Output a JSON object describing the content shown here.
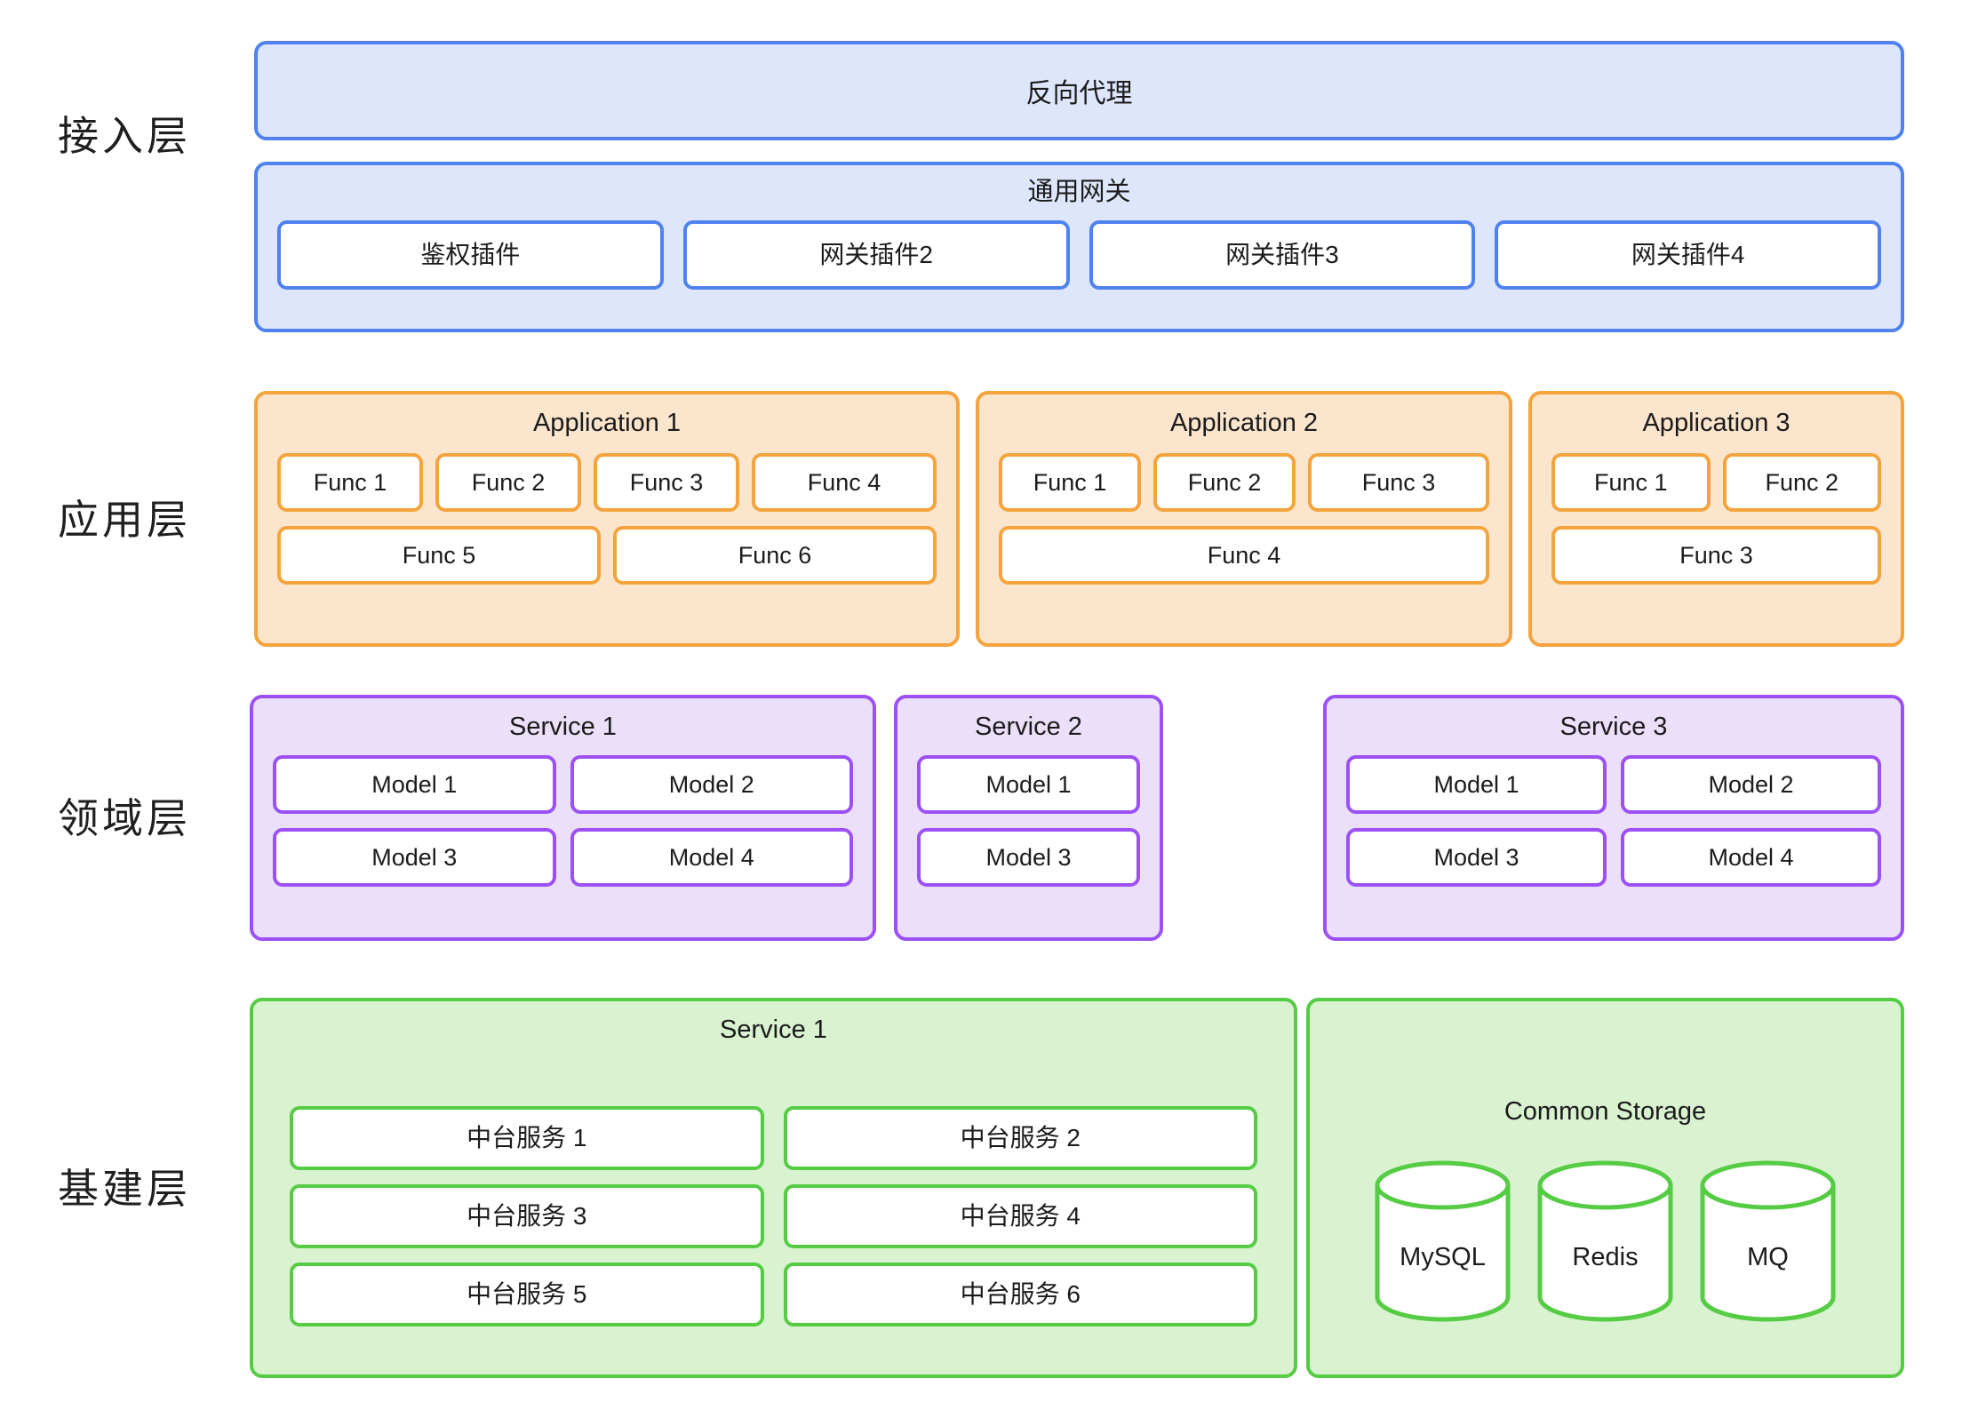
{
  "layers": [
    {
      "key": "access",
      "label": "接入层"
    },
    {
      "key": "app",
      "label": "应用层"
    },
    {
      "key": "domain",
      "label": "领域层"
    },
    {
      "key": "infra",
      "label": "基建层"
    }
  ],
  "access_layer": {
    "label": "接入层",
    "reverse_proxy": "反向代理",
    "gateway": {
      "title": "通用网关",
      "plugins": [
        "鉴权插件",
        "网关插件2",
        "网关插件3",
        "网关插件4"
      ]
    },
    "colors": {
      "fill": "#dde6fb",
      "border": "#4f82ee"
    }
  },
  "application_layer": {
    "label": "应用层",
    "applications": [
      {
        "title": "Application 1",
        "rows": [
          [
            "Func 1",
            "Func 2",
            "Func 3",
            "Func 4"
          ],
          [
            "Func 5",
            "Func 6"
          ]
        ]
      },
      {
        "title": "Application 2",
        "rows": [
          [
            "Func 1",
            "Func 2",
            "Func 3"
          ],
          [
            "Func 4"
          ]
        ]
      },
      {
        "title": "Application 3",
        "rows": [
          [
            "Func 1",
            "Func 2"
          ],
          [
            "Func 3"
          ]
        ]
      }
    ],
    "colors": {
      "fill": "#fce5cd",
      "border": "#f5a33c"
    }
  },
  "domain_layer": {
    "label": "领域层",
    "services": [
      {
        "title": "Service 1",
        "rows": [
          [
            "Model 1",
            "Model 2"
          ],
          [
            "Model 3",
            "Model 4"
          ]
        ]
      },
      {
        "title": "Service 2",
        "rows": [
          [
            "Model 1"
          ],
          [
            "Model 3"
          ]
        ]
      },
      {
        "title": "Service 3",
        "rows": [
          [
            "Model 1",
            "Model 2"
          ],
          [
            "Model 3",
            "Model 4"
          ]
        ]
      }
    ],
    "colors": {
      "fill": "#ebdffa",
      "border": "#9b51f5"
    }
  },
  "infrastructure_layer": {
    "label": "基建层",
    "service": {
      "title": "Service 1",
      "rows": [
        [
          "中台服务 1",
          "中台服务 2"
        ],
        [
          "中台服务 3",
          "中台服务 4"
        ],
        [
          "中台服务 5",
          "中台服务 6"
        ]
      ]
    },
    "common_storage": {
      "title": "Common Storage",
      "stores": [
        {
          "name": "MySQL",
          "icon": "database-cylinder-icon"
        },
        {
          "name": "Redis",
          "icon": "database-cylinder-icon"
        },
        {
          "name": "MQ",
          "icon": "database-cylinder-icon"
        }
      ]
    },
    "colors": {
      "fill": "#d9f2d0",
      "border": "#55cc44"
    }
  }
}
